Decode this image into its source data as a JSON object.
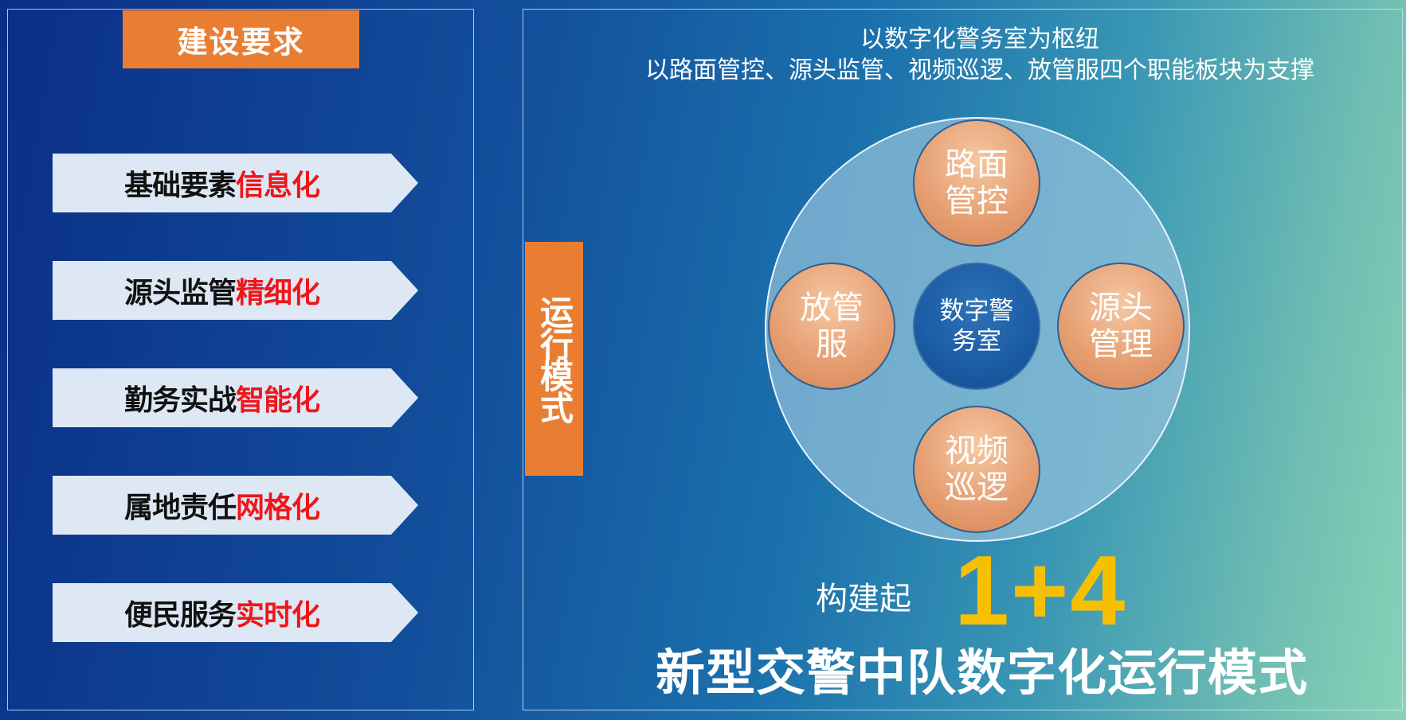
{
  "left": {
    "title": "建设要求",
    "requirements": [
      {
        "prefix": "基础要素",
        "highlight": "信息化"
      },
      {
        "prefix": "源头监管",
        "highlight": "精细化"
      },
      {
        "prefix": "勤务实战",
        "highlight": "智能化"
      },
      {
        "prefix": "属地责任",
        "highlight": "网格化"
      },
      {
        "prefix": "便民服务",
        "highlight": "实时化"
      }
    ]
  },
  "right": {
    "side_tag": "运行模式",
    "subtitle_line1": "以数字化警务室为枢纽",
    "subtitle_line2": "以路面管控、源头监管、视频巡逻、放管服四个职能板块为支撑",
    "hub": "数字警务室",
    "nodes": {
      "top": "路面管控",
      "left": "放管服",
      "right": "源头管理",
      "bottom": "视频巡逻"
    },
    "build_label": "构建起",
    "formula": "1+4",
    "main_title": "新型交警中队数字化运行模式"
  },
  "colors": {
    "accent_orange": "#e97e32",
    "highlight_red": "#f0151a",
    "formula_yellow": "#f6c000",
    "arrow_fill": "#dde8f4"
  }
}
